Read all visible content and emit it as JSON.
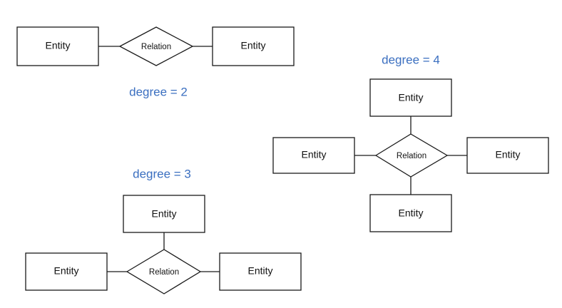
{
  "labels": {
    "entity": "Entity",
    "relation": "Relation"
  },
  "captions": {
    "degree2": "degree = 2",
    "degree3": "degree = 3",
    "degree4": "degree = 4"
  },
  "colors": {
    "caption": "#3b6fc0",
    "stroke": "#1a1a1a"
  }
}
